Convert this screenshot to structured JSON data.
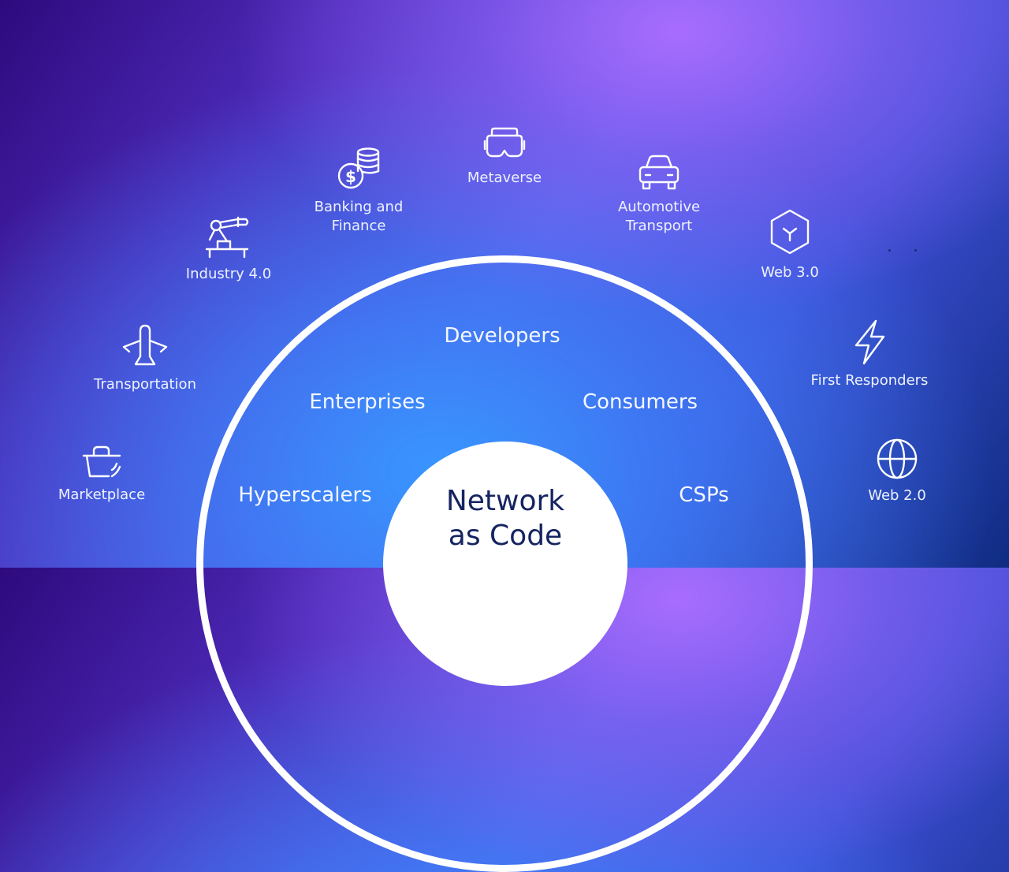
{
  "center": {
    "line1": "Network",
    "line2": "as Code"
  },
  "segments": {
    "developers": "Developers",
    "enterprises": "Enterprises",
    "consumers": "Consumers",
    "hyperscalers": "Hyperscalers",
    "csps": "CSPs"
  },
  "sectors": {
    "metaverse": {
      "label": "Metaverse",
      "icon": "vr-headset-icon"
    },
    "banking": {
      "line1": "Banking and",
      "line2": "Finance",
      "icon": "coins-dollar-icon"
    },
    "automotive": {
      "line1": "Automotive",
      "line2": "Transport",
      "icon": "car-icon"
    },
    "industry": {
      "label": "Industry 4.0",
      "icon": "robot-arm-icon"
    },
    "web3": {
      "label": "Web 3.0",
      "icon": "cube-icon"
    },
    "transportation": {
      "label": "Transportation",
      "icon": "airplane-icon"
    },
    "first_responders": {
      "label": "First Responders",
      "icon": "lightning-icon"
    },
    "marketplace": {
      "label": "Marketplace",
      "icon": "basket-icon"
    },
    "web2": {
      "label": "Web 2.0",
      "icon": "globe-icon"
    }
  },
  "colors": {
    "ring": "#ffffff",
    "core_text": "#152461"
  }
}
